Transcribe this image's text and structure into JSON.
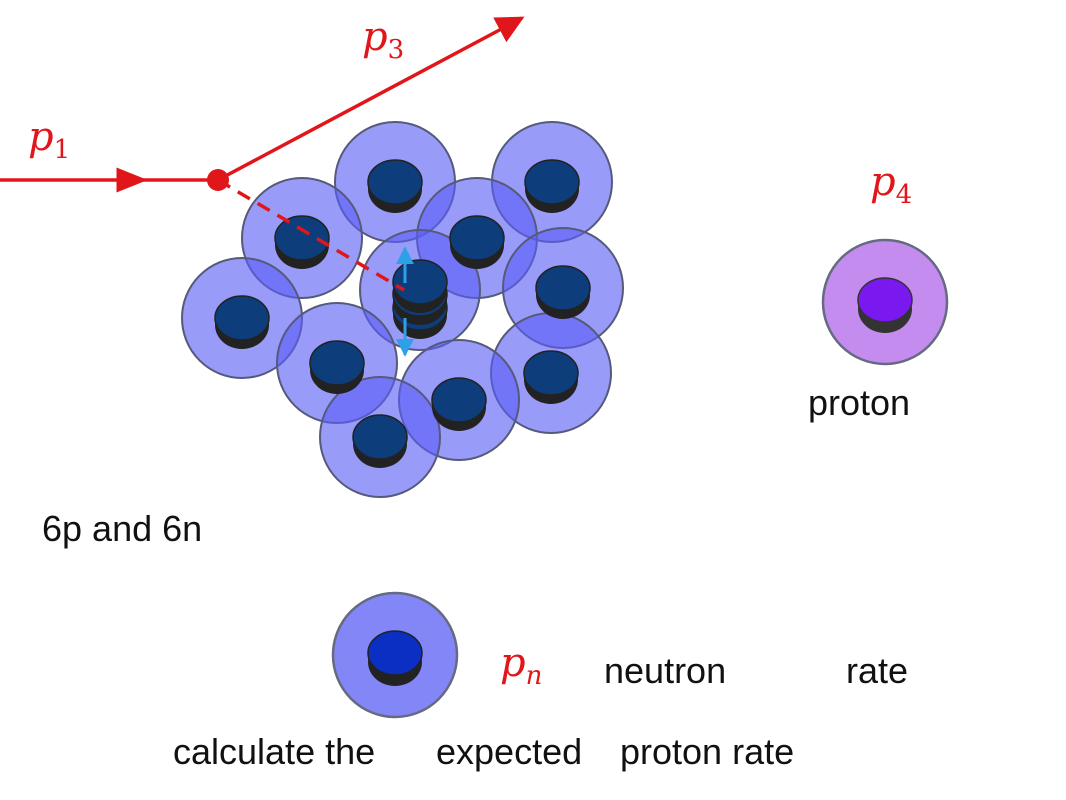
{
  "labels": {
    "p1": "p",
    "p1_sub": "1",
    "p3": "p",
    "p3_sub": "3",
    "p4": "p",
    "p4_sub": "4",
    "pn": "p",
    "pn_sub": "n",
    "proton": "proton",
    "nucleus": "6p and 6n",
    "neutron": "neutron",
    "rate": "rate",
    "calc_1": "calculate the",
    "calc_2": "expected",
    "calc_3": "proton rate"
  },
  "colors": {
    "track": "#e0161b",
    "halo_neutral": "#5a5ef5",
    "halo_proton": "#c58cf0",
    "core_dark": "#0d3d7a",
    "core_neutron": "#0a2fc2",
    "core_proton": "#7a18f0",
    "spin_arrow": "#2ea0e8"
  },
  "nucleons": [
    {
      "id": "n1"
    },
    {
      "id": "n2"
    },
    {
      "id": "n3"
    },
    {
      "id": "n4"
    },
    {
      "id": "n5"
    },
    {
      "id": "n6"
    },
    {
      "id": "n7"
    },
    {
      "id": "n8"
    },
    {
      "id": "n9"
    },
    {
      "id": "n10"
    },
    {
      "id": "n11"
    },
    {
      "id": "n12"
    }
  ]
}
